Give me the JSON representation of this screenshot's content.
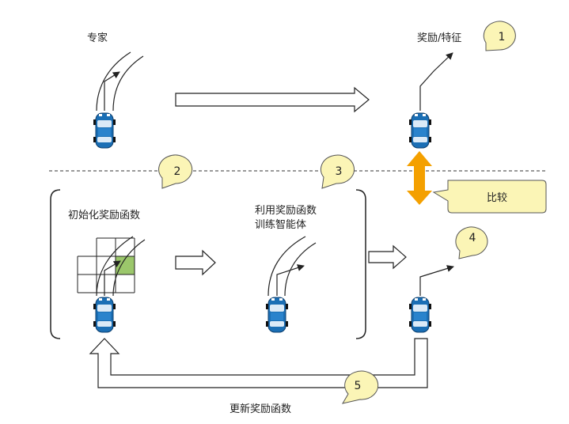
{
  "labels": {
    "expert": "专家",
    "reward_feature": "奖励/特征",
    "compare": "比较",
    "init_reward": "初始化奖励函数",
    "use_reward_line1": "利用奖励函数",
    "use_reward_line2": "训练智能体",
    "update_reward": "更新奖励函数"
  },
  "callouts": [
    "1",
    "2",
    "3",
    "4",
    "5"
  ],
  "colors": {
    "callout_fill": "#fbf5b6",
    "compare_arrow": "#f4a000",
    "grid_highlight": "#9bc76b",
    "car_body": "#1b6fb5"
  }
}
